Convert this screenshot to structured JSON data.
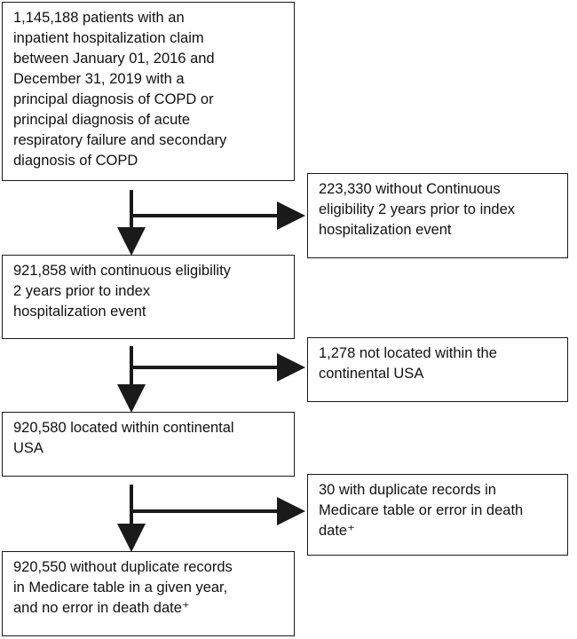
{
  "flow": {
    "steps": [
      "1,145,188 patients with an\ninpatient hospitalization claim\nbetween January 01, 2016 and\nDecember 31, 2019 with a\nprincipal diagnosis of COPD or\nprincipal diagnosis of acute\nrespiratory failure and secondary\ndiagnosis of COPD",
      "921,858 with continuous eligibility\n2 years prior to index\nhospitalization event",
      "920,580 located within continental\nUSA",
      "920,550 without duplicate records\nin Medicare table in a given year,\nand no error in death date⁺"
    ],
    "exclusions": [
      "223,330 without Continuous\neligibility 2 years prior to index\nhospitalization event",
      "1,278 not located within the\ncontinental USA",
      "30 with duplicate records in\nMedicare table or error in death\ndate⁺"
    ]
  }
}
